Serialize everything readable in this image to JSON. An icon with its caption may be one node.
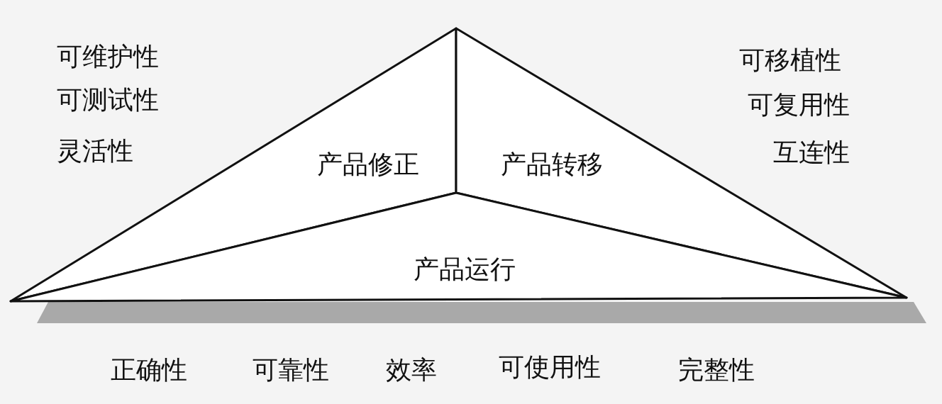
{
  "diagram": {
    "nodes": [
      {
        "text": [
          "产品修正"
        ],
        "beside": [
          "可维护性",
          "可测试性",
          "灵活性"
        ]
      },
      {
        "text": [
          "产品转移"
        ],
        "beside": [
          "可移植性",
          "可复用性",
          "互连性"
        ]
      },
      {
        "text": [
          "产品运行"
        ],
        "beside": [
          "正确性",
          "可靠性",
          "效率",
          "可使用性",
          "完整性"
        ]
      }
    ]
  }
}
